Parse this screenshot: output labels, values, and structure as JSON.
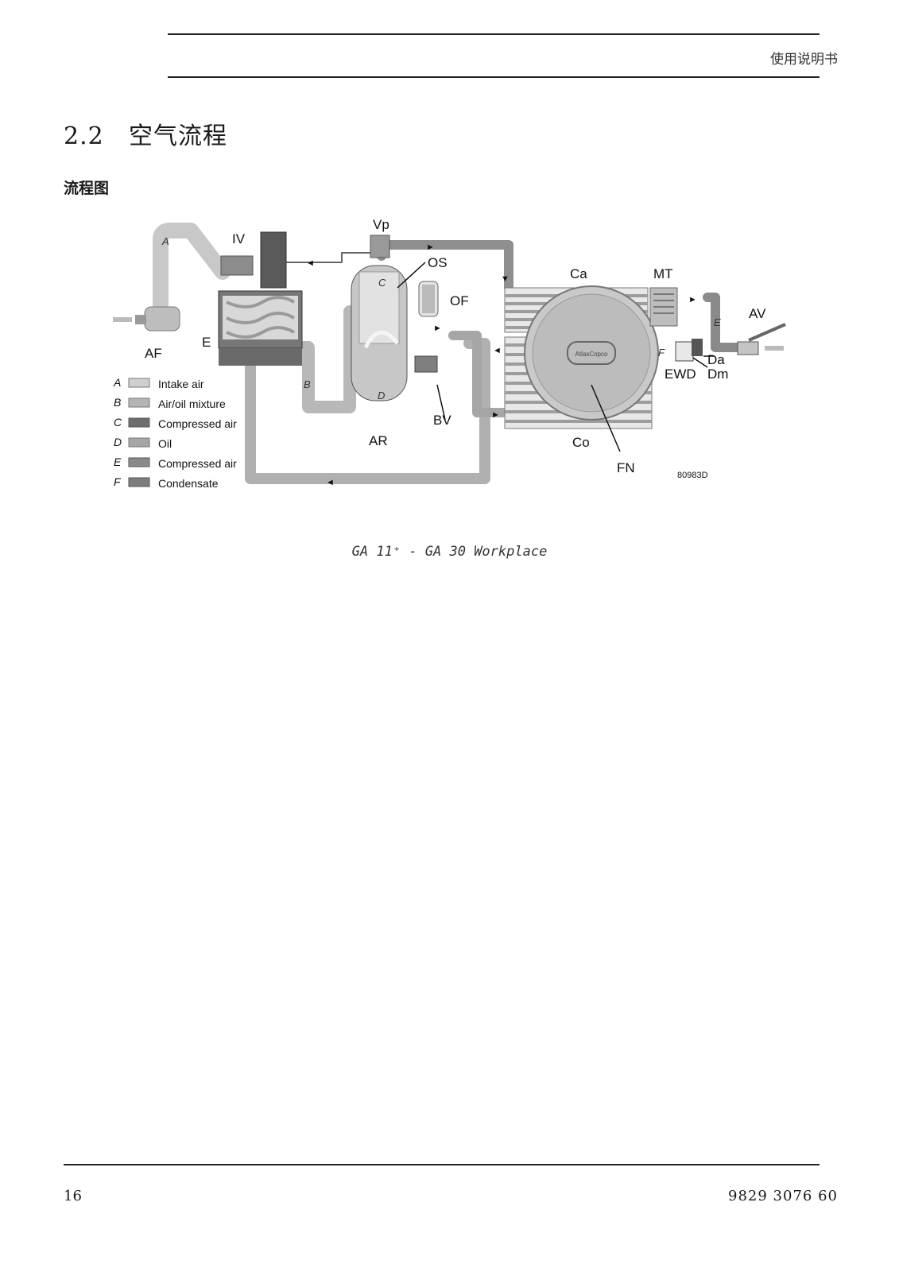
{
  "header": {
    "title": "使用说明书"
  },
  "section": {
    "number": "2.2",
    "title": "空气流程"
  },
  "subheading": "流程图",
  "diagram": {
    "labels": {
      "vp": "Vp",
      "iv": "IV",
      "os": "OS",
      "of": "OF",
      "ca": "Ca",
      "mt": "MT",
      "av": "AV",
      "af": "AF",
      "e": "E",
      "ewd": "EWD",
      "da": "Da",
      "dm": "Dm",
      "bv": "BV",
      "ar": "AR",
      "co": "Co",
      "fn": "FN",
      "ref": "80983D",
      "flow_a": "A",
      "flow_b": "B",
      "flow_c": "C",
      "flow_d": "D",
      "flow_e": "E",
      "flow_f": "F",
      "brand": "AtlasCopco"
    },
    "legend": [
      {
        "key": "A",
        "label": "Intake air",
        "color": "#cfcfcf"
      },
      {
        "key": "B",
        "label": "Air/oil mixture",
        "color": "#b5b5b5"
      },
      {
        "key": "C",
        "label": "Compressed air",
        "color": "#6e6e6e"
      },
      {
        "key": "D",
        "label": "Oil",
        "color": "#a6a6a6"
      },
      {
        "key": "E",
        "label": "Compressed air",
        "color": "#8a8a8a"
      },
      {
        "key": "F",
        "label": "Condensate",
        "color": "#7d7d7d"
      }
    ]
  },
  "caption": "GA 11⁺ - GA 30 Workplace",
  "footer": {
    "page": "16",
    "doc_number": "9829 3076 60"
  }
}
